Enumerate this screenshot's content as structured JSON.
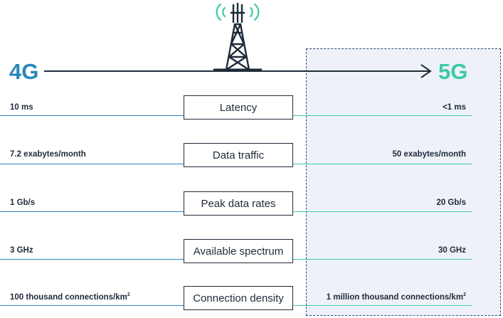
{
  "header": {
    "left_label": "4G",
    "right_label": "5G"
  },
  "colors": {
    "four_g": "#2a86b8",
    "five_g": "#3ec9a7",
    "panel_bg": "#eef2f8",
    "panel_border": "#2e4a7a",
    "tower": "#1f2a3a",
    "signal": "#3ec9a7"
  },
  "icons": {
    "tower": "cell-tower-icon",
    "arrow": "arrow-right-icon"
  },
  "rows": [
    {
      "metric": "Latency",
      "four_g": "10 ms",
      "five_g": "<1 ms"
    },
    {
      "metric": "Data traffic",
      "four_g": "7.2 exabytes/month",
      "five_g": "50 exabytes/month"
    },
    {
      "metric": "Peak data rates",
      "four_g": "1 Gb/s",
      "five_g": "20 Gb/s"
    },
    {
      "metric": "Available spectrum",
      "four_g": "3 GHz",
      "five_g": "30 GHz"
    },
    {
      "metric": "Connection density",
      "four_g": "100 thousand connections/km",
      "five_g": "1 million thousand connections/km",
      "unit_superscript": "2"
    }
  ]
}
